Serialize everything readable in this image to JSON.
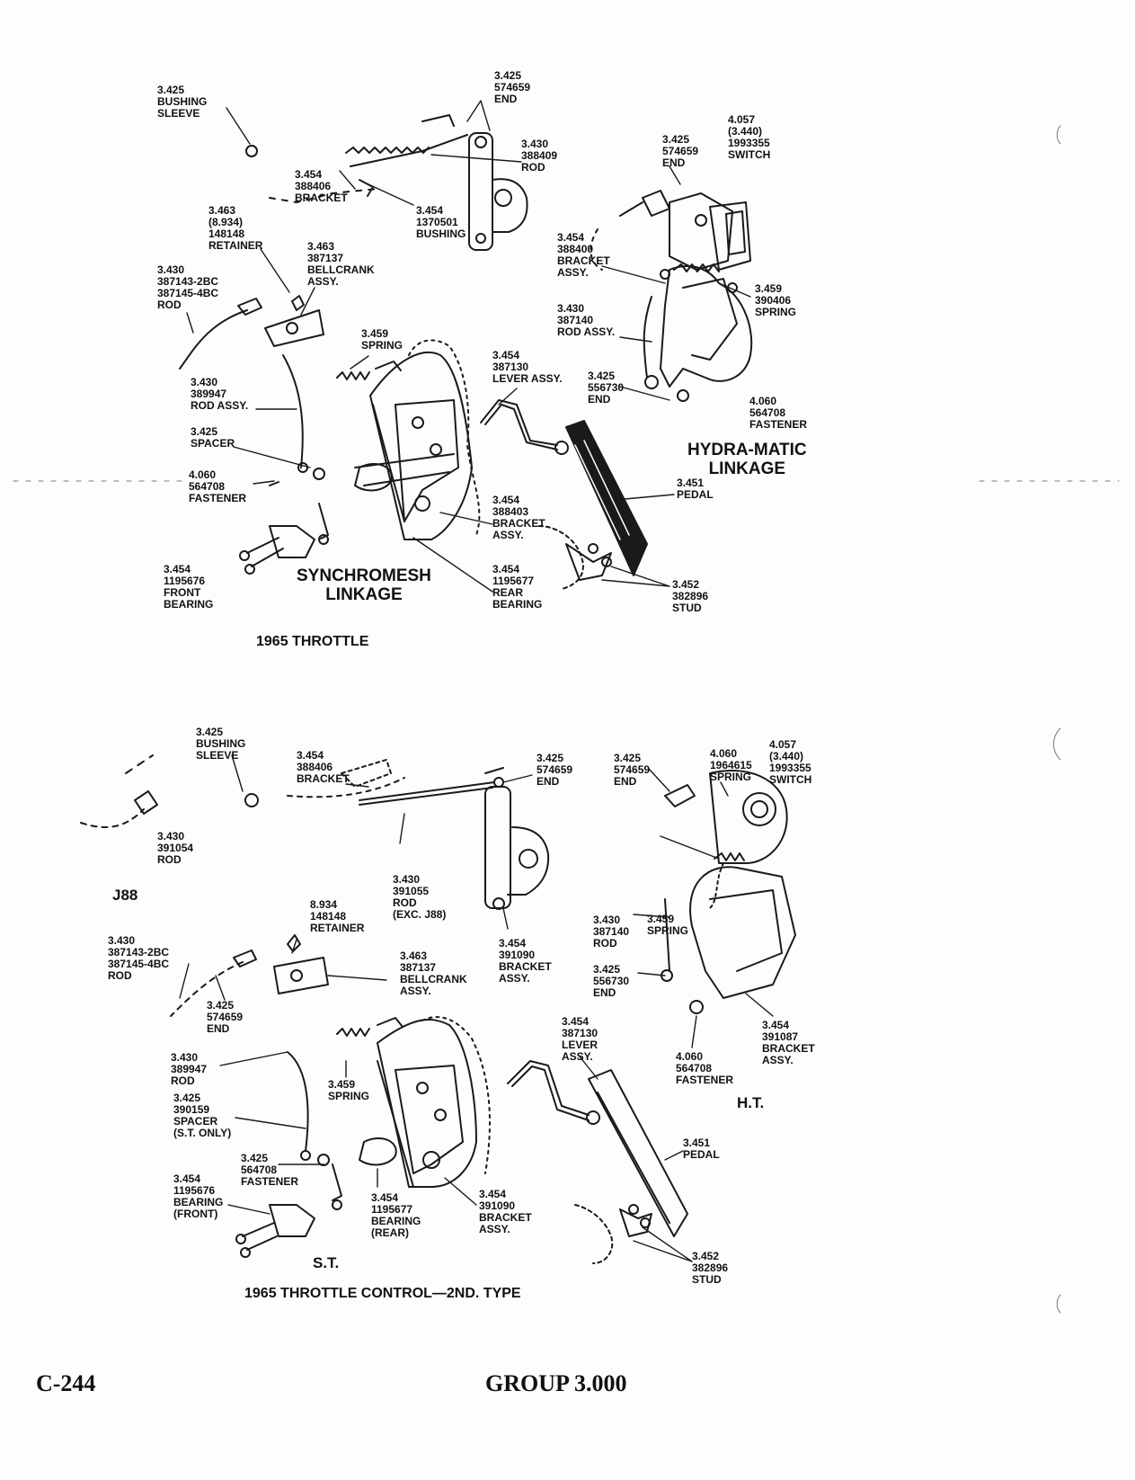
{
  "diagram_1": {
    "title": "1965 THROTTLE",
    "synchromesh_title": "SYNCHROMESH\nLINKAGE",
    "hydramatic_title": "HYDRA-MATIC\nLINKAGE",
    "labels": {
      "bushing_sleeve": "3.425\nBUSHING\nSLEEVE",
      "end_top": "3.425\n574659\nEND",
      "rod_top": "3.430\n388409\nROD",
      "bracket_top": "3.454\n388406\nBRACKET",
      "bushing": "3.454\n1370501\nBUSHING",
      "retainer": "3.463\n(8.934)\n148148\nRETAINER",
      "bellcrank": "3.463\n387137\nBELLCRANK\nASSY.",
      "rod_left": "3.430\n387143-2BC\n387145-4BC\nROD",
      "spring": "3.459\nSPRING",
      "rod_assy": "3.430\n389947\nROD ASSY.",
      "spacer": "3.425\nSPACER",
      "fastener": "4.060\n564708\nFASTENER",
      "lever_assy": "3.454\n387130\nLEVER ASSY.",
      "bracket_assy": "3.454\n388403\nBRACKET\nASSY.",
      "front_bearing": "3.454\n1195676\nFRONT\nBEARING",
      "rear_bearing": "3.454\n1195677\nREAR\nBEARING",
      "pedal": "3.451\nPEDAL",
      "stud": "3.452\n382896\nSTUD",
      "ht_end": "3.425\n574659\nEND",
      "ht_switch": "4.057\n(3.440)\n1993355\nSWITCH",
      "ht_bracket": "3.454\n388400\nBRACKET\nASSY.",
      "ht_spring": "3.459\n390406\nSPRING",
      "ht_rod": "3.430\n387140\nROD ASSY.",
      "ht_end2": "3.425\n556730\nEND",
      "ht_fastener": "4.060\n564708\nFASTENER"
    }
  },
  "diagram_2": {
    "title": "1965 THROTTLE CONTROL—2ND. TYPE",
    "j88": "J88",
    "st": "S.T.",
    "ht": "H.T.",
    "labels": {
      "bushing_sleeve": "3.425\nBUSHING\nSLEEVE",
      "bracket": "3.454\n388406\nBRACKET",
      "end_top": "3.425\n574659\nEND",
      "end_ht": "3.425\n574659\nEND",
      "spring_ht": "4.060\n1964615\nSPRING",
      "switch": "4.057\n(3.440)\n1993355\nSWITCH",
      "rod_j88": "3.430\n391054\nROD",
      "rod_main": "3.430\n391055\nROD\n(EXC. J88)",
      "retainer": "8.934\n148148\nRETAINER",
      "bellcrank": "3.463\n387137\nBELLCRANK\nASSY.",
      "rod_left": "3.430\n387143-2BC\n387145-4BC\nROD",
      "end_left": "3.425\n574659\nEND",
      "bracket_mid": "3.454\n391090\nBRACKET\nASSY.",
      "spring_mid": "3.459\nSPRING",
      "rod_ht": "3.430\n387140\nROD",
      "end_ht2": "3.425\n556730\nEND",
      "lever": "3.454\n387130\nLEVER\nASSY.",
      "bracket_ht": "3.454\n391087\nBRACKET\nASSY.",
      "rod_assy": "3.430\n389947\nROD",
      "spring_st": "3.459\nSPRING",
      "spacer": "3.425\n390159\nSPACER\n(S.T. ONLY)",
      "fastener_st": "3.425\n564708\nFASTENER",
      "fastener_ht": "4.060\n564708\nFASTENER",
      "bearing_front": "3.454\n1195676\nBEARING\n(FRONT)",
      "bearing_rear": "3.454\n1195677\nBEARING\n(REAR)",
      "bracket_low": "3.454\n391090\nBRACKET\nASSY.",
      "pedal": "3.451\nPEDAL",
      "stud": "3.452\n382896\nSTUD"
    }
  },
  "footer": {
    "page_number": "C-244",
    "group": "GROUP 3.000"
  }
}
